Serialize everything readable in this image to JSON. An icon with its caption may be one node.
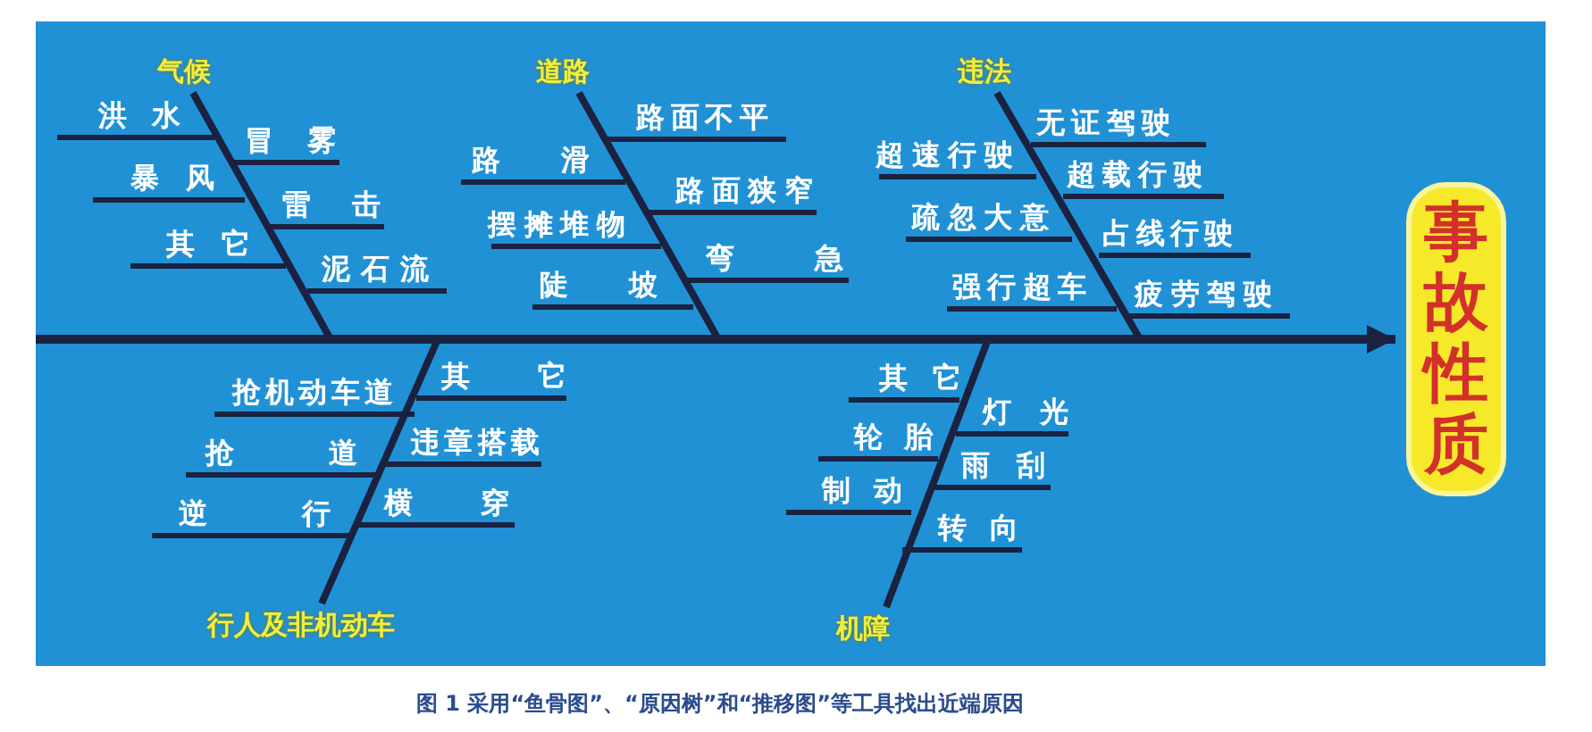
{
  "diagram": {
    "caption": "图 1 采用“鱼骨图”、“原因树”和“推移图”等工具找出近端原因",
    "nodes": [
      {
        "text": [
          "气候"
        ]
      },
      {
        "text": [
          "道路"
        ]
      },
      {
        "text": [
          "违法"
        ]
      },
      {
        "text": [
          "行人及非机动车"
        ]
      },
      {
        "text": [
          "机障"
        ]
      },
      {
        "text": [
          "事故性质"
        ]
      }
    ],
    "edges": [
      {
        "from": 0,
        "to": null,
        "arrow": "none"
      },
      {
        "from": 1,
        "to": null,
        "arrow": "none"
      },
      {
        "from": 2,
        "to": null,
        "arrow": "none"
      },
      {
        "from": 3,
        "to": null,
        "arrow": "none"
      },
      {
        "from": 4,
        "to": null,
        "arrow": "none"
      },
      {
        "from": null,
        "to": 5,
        "arrow": "to"
      }
    ],
    "labels": [
      "洪水",
      "冒雾",
      "暴风",
      "雷击",
      "其它",
      "泥石流",
      "路面不平",
      "路滑",
      "路面狭窄",
      "摆摊堆物",
      "弯急",
      "陡坡",
      "无证驾驶",
      "超速行驶",
      "超载行驶",
      "疏忽大意",
      "占线行驶",
      "强行超车",
      "疲劳驾驶",
      "抢机动车道",
      "其它",
      "抢道",
      "违章搭载",
      "逆行",
      "横穿",
      "其它",
      "灯光",
      "轮胎",
      "雨刮",
      "制动",
      "转向"
    ]
  }
}
